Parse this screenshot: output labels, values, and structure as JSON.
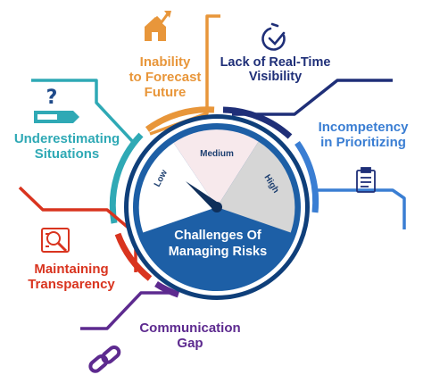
{
  "center": {
    "title_line1": "Challenges Of",
    "title_line2": "Managing Risks",
    "gauge_low": "Low",
    "gauge_medium": "Medium",
    "gauge_high": "High"
  },
  "challenges": [
    {
      "id": "forecast",
      "line1": "Inability",
      "line2": "to Forecast",
      "line3": "Future",
      "color": "#e8963a",
      "icon": "house-arrow-icon"
    },
    {
      "id": "realtime",
      "line1": "Lack of Real-Time",
      "line2": "Visibility",
      "color": "#1f2f78",
      "icon": "clock-check-icon"
    },
    {
      "id": "prioritizing",
      "line1": "Incompetency",
      "line2": "in Prioritizing",
      "color": "#3a7ed3",
      "icon": "clipboard-icon"
    },
    {
      "id": "communication",
      "line1": "Communication",
      "line2": "Gap",
      "color": "#5d2a8f",
      "icon": "chain-link-icon"
    },
    {
      "id": "transparency",
      "line1": "Maintaining",
      "line2": "Transparency",
      "color": "#d9341f",
      "icon": "magnifier-document-icon"
    },
    {
      "id": "underestimating",
      "line1": "Underestimating",
      "line2": "Situations",
      "color": "#2fa9b5",
      "icon": "question-signpost-icon"
    }
  ],
  "colors": {
    "hub_blue": "#1d5fa6",
    "ring_navy": "#0f3f7a",
    "gauge_low": "#ffffff",
    "gauge_medium": "#f7e9ec",
    "gauge_high": "#d6d6d6",
    "needle": "#0f2f5a"
  }
}
